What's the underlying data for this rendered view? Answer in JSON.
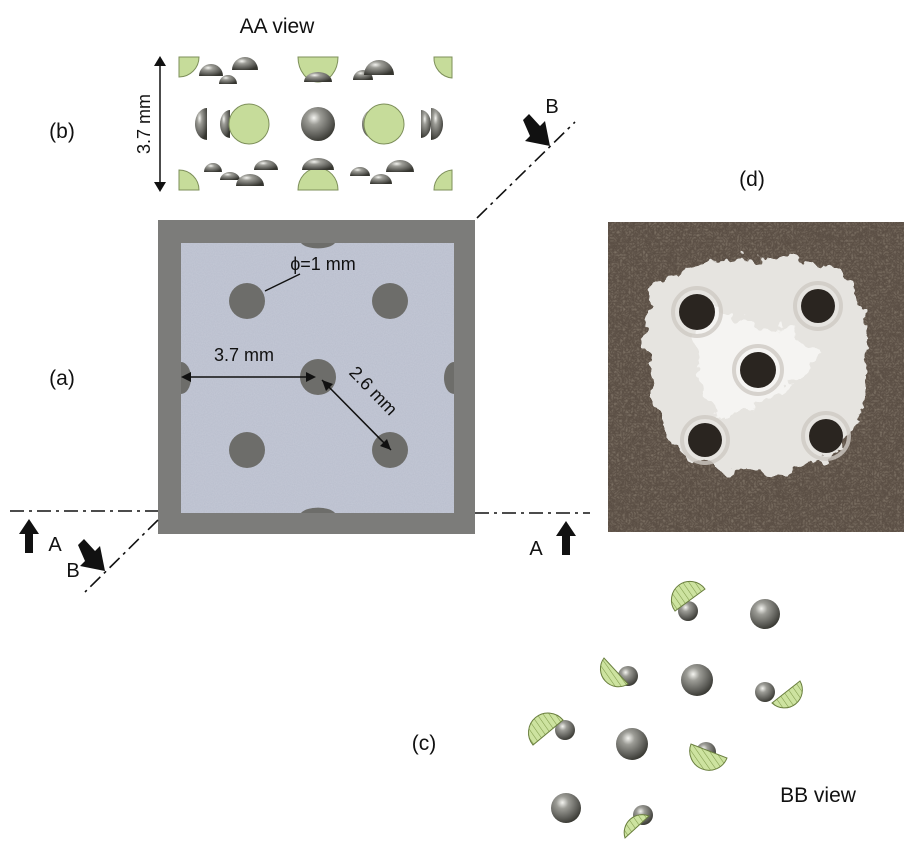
{
  "panels": {
    "a": "(a)",
    "b": "(b)",
    "c": "(c)",
    "d": "(d)"
  },
  "titles": {
    "aa_view": "AA view",
    "bb_view": "BB view"
  },
  "dimensions": {
    "height": "3.7 mm",
    "diameter": "ϕ=1 mm",
    "spacing": "3.7 mm",
    "diagonal": "2.6 mm"
  },
  "section_markers": {
    "a_left": "A",
    "a_right": "A",
    "b_top": "B",
    "b_bottom": "B"
  },
  "colors": {
    "frame": "#7c7c7a",
    "foam": "#b8bdcc",
    "hole": "#6d6d6a",
    "cut_face": "#c6dc9a",
    "sphere": "#8d8d86"
  }
}
